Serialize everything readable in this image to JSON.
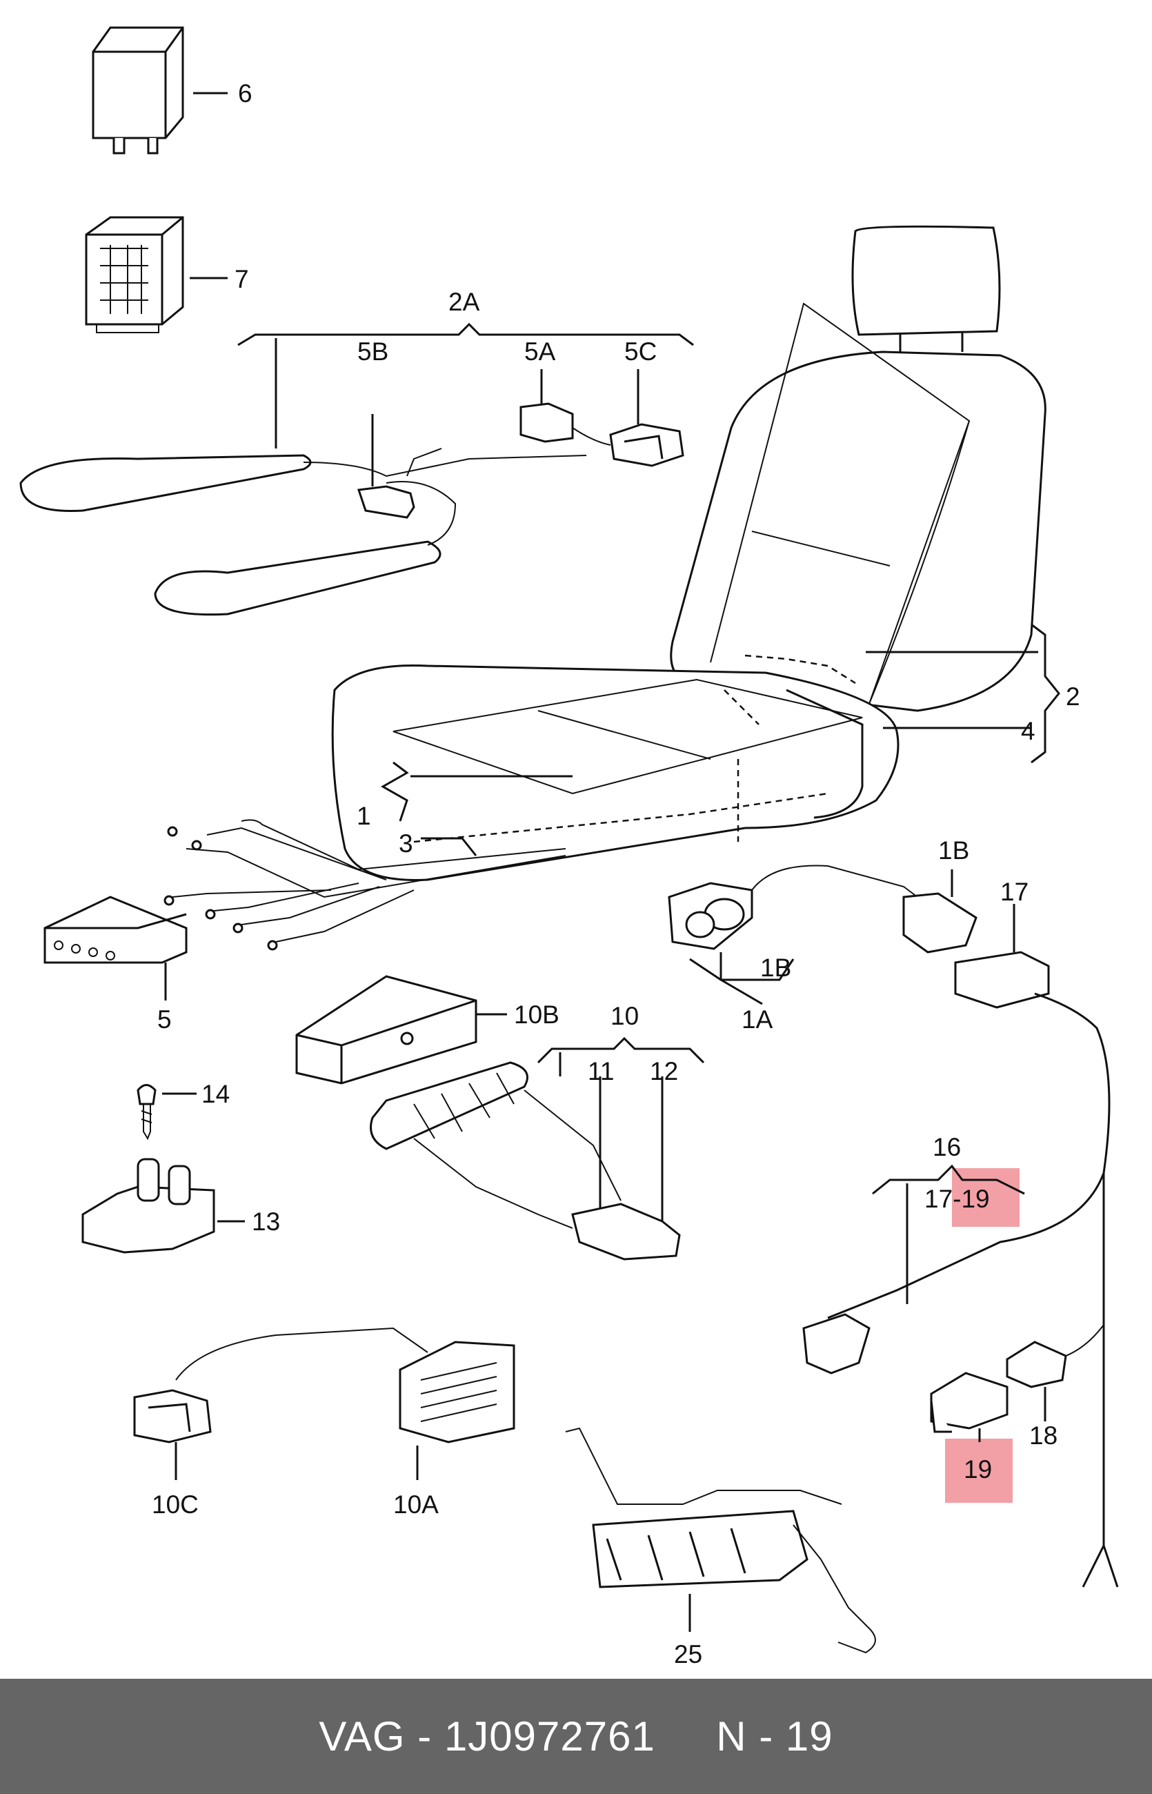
{
  "diagram": {
    "labels": {
      "p6": "6",
      "p7": "7",
      "p2A": "2A",
      "p5B": "5B",
      "p5A": "5A",
      "p5C": "5C",
      "p2": "2",
      "p4": "4",
      "p1": "1",
      "p3": "3",
      "p5": "5",
      "p1B_top": "1B",
      "p1B_bottom": "1B",
      "p1A": "1A",
      "p17": "17",
      "p10B": "10B",
      "p10": "10",
      "p11": "11",
      "p12": "12",
      "p14": "14",
      "p13": "13",
      "p16": "16",
      "p17_19": "17-19",
      "p18": "18",
      "p19": "19",
      "p10C": "10C",
      "p10A": "10A",
      "p25": "25"
    },
    "highlight_color": "#f2a0a5"
  },
  "footer": {
    "brand": "VAG",
    "separator": " - ",
    "part_number": "1J0972761",
    "position_label": "N - 19",
    "background": "#656565"
  }
}
